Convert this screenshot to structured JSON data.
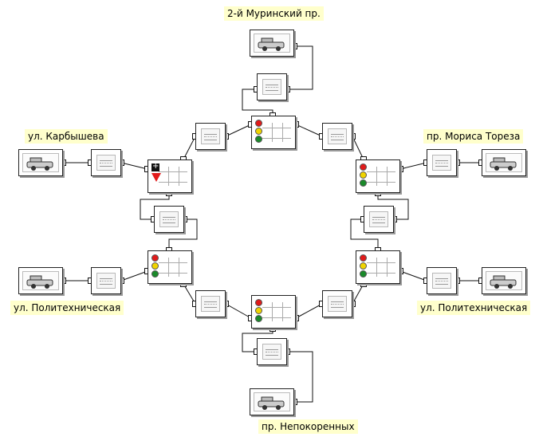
{
  "labels": {
    "north": "2-й Муринский пр.",
    "south": "пр. Непокоренных",
    "west_top": "ул. Карбышева",
    "west_bottom": "ул. Политехническая",
    "east_top": "пр. Мориса Тореза",
    "east_bottom": "ул. Политехническая"
  },
  "colors": {
    "label_bg": "#ffffcc",
    "light_red": "#e11b1b",
    "light_yellow": "#f0d400",
    "light_green": "#1a8a2a"
  },
  "icons": [
    "car-icon",
    "queue-icon",
    "traffic-light-icon",
    "priority-sign-icon",
    "intersection-icon"
  ]
}
